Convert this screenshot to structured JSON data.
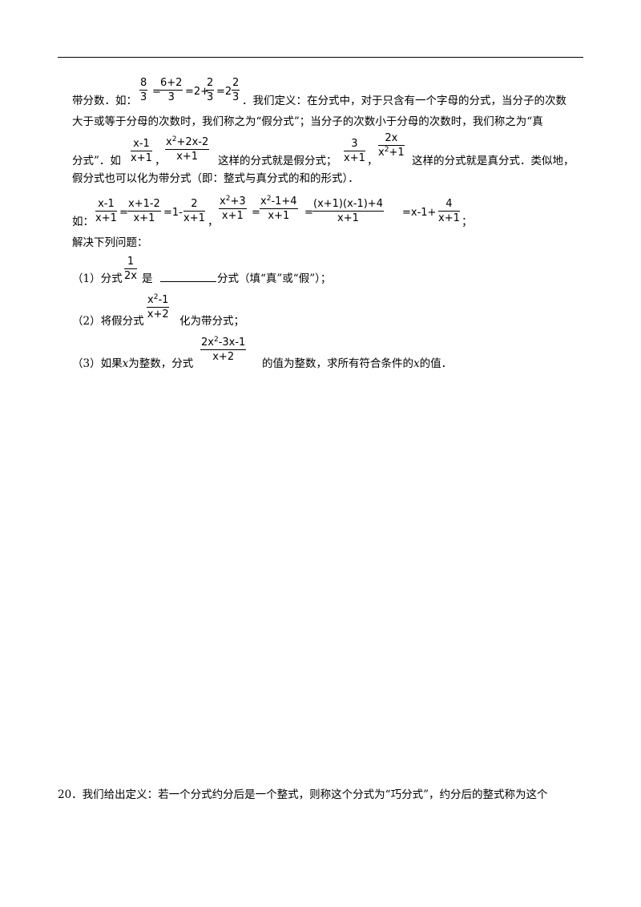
{
  "line1": {
    "prefix": "带分数．如：",
    "f1": {
      "num": "8",
      "den": "3"
    },
    "eq1": "=",
    "f2": {
      "num": "6+2",
      "den": "3"
    },
    "eq2": "=2+",
    "f3": {
      "num": "2",
      "den": "3"
    },
    "eq3": "=2",
    "f4": {
      "num": "2",
      "den": "3"
    },
    "suffix": "．我们定义：在分式中，对于只含有一个字母的分式，当分子的次数"
  },
  "line2": "大于或等于分母的次数时，我们称之为“假分式”；当分子的次数小于分母的次数时，我们称之为“真",
  "line3": {
    "prefix": "分式”．如",
    "f1": {
      "num": "x-1",
      "den": "x+1"
    },
    "comma1": "，",
    "f2": {
      "num_a": "x",
      "num_sup": "2",
      "num_b": "+2x-2",
      "den": "x+1"
    },
    "mid": "这样的分式就是假分式；",
    "f3": {
      "num": "3",
      "den": "x+1"
    },
    "comma2": "，",
    "f4": {
      "num": "2x",
      "den_a": "x",
      "den_sup": "2",
      "den_b": "+1"
    },
    "suffix": "这样的分式就是真分式．类似地，"
  },
  "line4": "假分式也可以化为带分式（即：整式与真分式的和的形式）．",
  "line5": {
    "prefix": "如：",
    "f1": {
      "num": "x-1",
      "den": "x+1"
    },
    "eq1": "=",
    "f2": {
      "num": "x+1-2",
      "den": "x+1"
    },
    "eq2": "=1-",
    "f3": {
      "num": "2",
      "den": "x+1"
    },
    "comma": "，",
    "f4": {
      "num_a": "x",
      "num_sup": "2",
      "num_b": "+3",
      "den": "x+1"
    },
    "eq3": "=",
    "f5": {
      "num_a": "x",
      "num_sup": "2",
      "num_b": "-1+4",
      "den": "x+1"
    },
    "eq4": "=",
    "f6": {
      "num": "(x+1)(x-1)+4",
      "den": "x+1"
    },
    "eq5": "=x-1+",
    "f7": {
      "num": "4",
      "den": "x+1"
    },
    "end": "；"
  },
  "line6": "解决下列问题：",
  "q1": {
    "prefix": "（1）分式",
    "f": {
      "num": "1",
      "den": "2x"
    },
    "mid": "是",
    "suffix": "分式（填“真”或“假”）；"
  },
  "q2": {
    "prefix": "（2）将假分式",
    "f": {
      "num_a": "x",
      "num_sup": "2",
      "num_b": "-1",
      "den": "x+2"
    },
    "suffix": "化为带分式；"
  },
  "q3": {
    "prefix_a": "（3）如果",
    "var1": "x",
    "prefix_b": "为整数，分式",
    "f": {
      "num_a": "2x",
      "num_sup": "2",
      "num_b": "-3x-1",
      "den": "x+2"
    },
    "suffix_a": "的值为整数，求所有符合条件的",
    "var2": "x",
    "suffix_b": "的值．"
  },
  "q20": "20．我们给出定义：若一个分式约分后是一个整式，则称这个分式为“巧分式”，约分后的整式称为这个"
}
